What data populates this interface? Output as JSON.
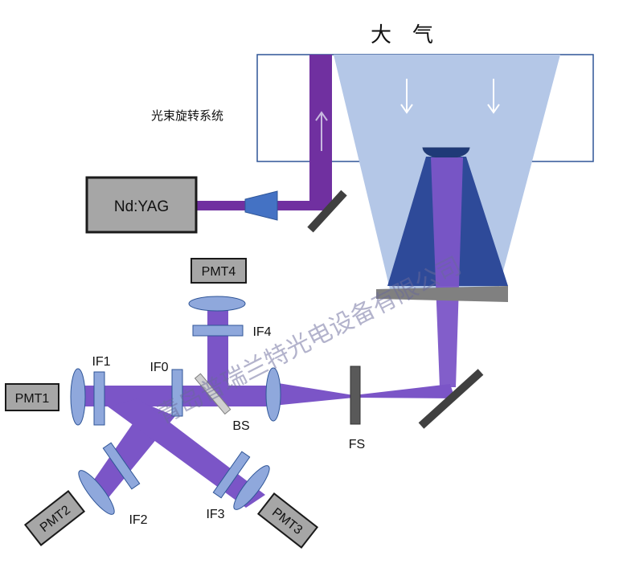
{
  "diagram": {
    "title": "大　气",
    "rotation_label": "光束旋转系统",
    "laser_label": "Nd:YAG",
    "detectors": [
      "PMT1",
      "PMT2",
      "PMT3",
      "PMT4"
    ],
    "filters": [
      "IF0",
      "IF1",
      "IF2",
      "IF3",
      "IF4"
    ],
    "beam_splitter": "BS",
    "field_stop": "FS",
    "watermark": "青岛普瑞兰特光电设备有限公司",
    "colors": {
      "beam": "#7b3fb2",
      "return_beam": "#7b55c7",
      "atmosphere": "#b4c7e7",
      "telescope_cone": "#2e4a99",
      "lens": "#8fa8dc",
      "detector_fill": "#a6a6a6",
      "frame": "#2f5597"
    }
  }
}
